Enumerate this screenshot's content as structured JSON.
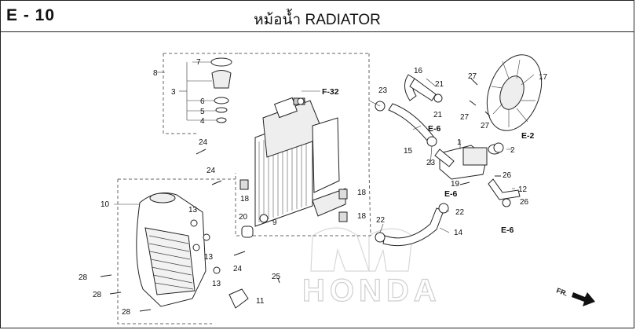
{
  "header": {
    "code": "E - 10",
    "title": "หม้อน้ำ  RADIATOR"
  },
  "watermark": "HONDA",
  "front_marker": "FR.",
  "parts": [
    "1",
    "2",
    "3",
    "4",
    "5",
    "6",
    "7",
    "8",
    "9",
    "10",
    "11",
    "12",
    "13",
    "14",
    "15",
    "16",
    "17",
    "18",
    "19",
    "20",
    "21",
    "22",
    "23",
    "24",
    "25",
    "26",
    "27",
    "28"
  ],
  "labels": {
    "p1": "1",
    "p2": "2",
    "p3": "3",
    "p4": "4",
    "p5": "5",
    "p6": "6",
    "p7": "7",
    "p8": "8",
    "p9": "9",
    "p10": "10",
    "p11": "11",
    "p12": "12",
    "p13": "13",
    "p14": "14",
    "p15": "15",
    "p16": "16",
    "p17": "17",
    "p18": "18",
    "p19": "19",
    "p20": "20",
    "p21": "21",
    "p22": "22",
    "p23": "23",
    "p24": "24",
    "p25": "25",
    "p26": "26",
    "p27": "27",
    "p28": "28"
  },
  "references": {
    "f32": "F-32",
    "e6": "E-6",
    "e2": "E-2"
  }
}
